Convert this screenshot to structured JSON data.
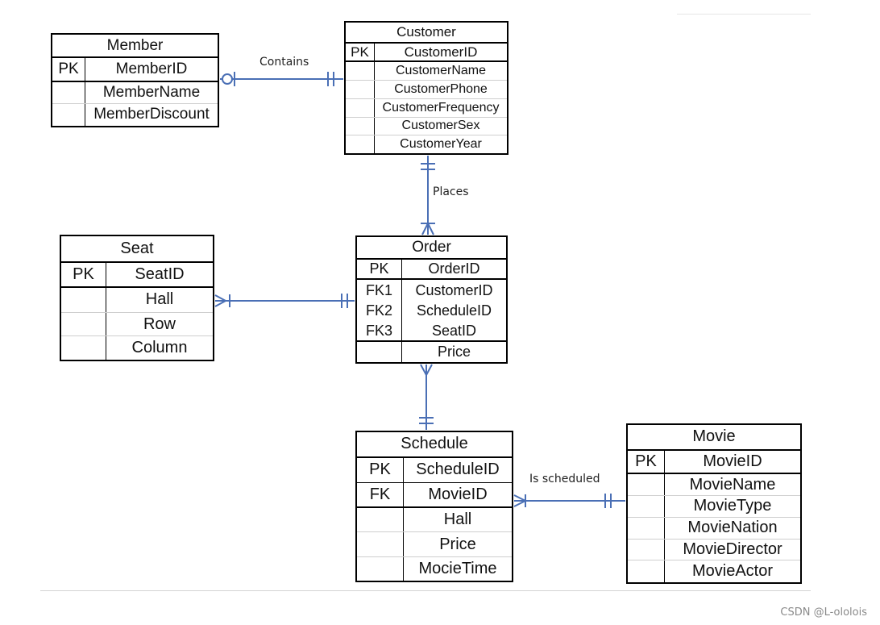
{
  "entities": {
    "member": {
      "title": "Member",
      "pk": {
        "key": "PK",
        "name": "MemberID"
      },
      "attrs": [
        "MemberName",
        "MemberDiscount"
      ]
    },
    "customer": {
      "title": "Customer",
      "pk": {
        "key": "PK",
        "name": "CustomerID"
      },
      "attrs": [
        "CustomerName",
        "CustomerPhone",
        "CustomerFrequency",
        "CustomerSex",
        "CustomerYear"
      ]
    },
    "seat": {
      "title": "Seat",
      "pk": {
        "key": "PK",
        "name": "SeatID"
      },
      "attrs": [
        "Hall",
        "Row",
        "Column"
      ]
    },
    "order": {
      "title": "Order",
      "pk": {
        "key": "PK",
        "name": "OrderID"
      },
      "fks": [
        {
          "key": "FK1",
          "name": "CustomerID"
        },
        {
          "key": "FK2",
          "name": "ScheduleID"
        },
        {
          "key": "FK3",
          "name": "SeatID"
        }
      ],
      "attrs": [
        "Price"
      ]
    },
    "schedule": {
      "title": "Schedule",
      "pk": {
        "key": "PK",
        "name": "ScheduleID"
      },
      "fk": {
        "key": "FK",
        "name": "MovieID"
      },
      "attrs": [
        "Hall",
        "Price",
        "MocieTime"
      ]
    },
    "movie": {
      "title": "Movie",
      "pk": {
        "key": "PK",
        "name": "MovieID"
      },
      "attrs": [
        "MovieName",
        "MovieType",
        "MovieNation",
        "MovieDirector",
        "MovieActor"
      ]
    }
  },
  "relationships": {
    "contains": {
      "label": "Contains"
    },
    "places": {
      "label": "Places"
    },
    "is_scheduled": {
      "label": "Is scheduled"
    }
  },
  "line_color": "#4a6fb5",
  "watermark": "CSDN @L-ololois"
}
